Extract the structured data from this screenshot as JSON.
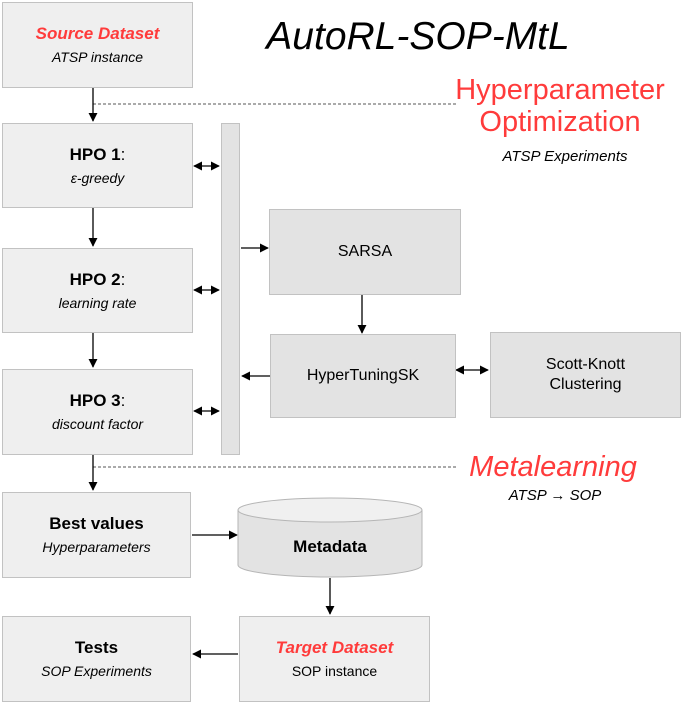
{
  "title": "AutoRL-SOP-MtL",
  "sections": {
    "hpo": {
      "line1": "Hyperparameter",
      "line2": "Optimization",
      "subtitle": "ATSP Experiments"
    },
    "meta": {
      "title": "Metalearning",
      "subtitle": "ATSP → SOP"
    }
  },
  "nodes": {
    "source": {
      "title": "Source Dataset",
      "subtitle": "ATSP instance"
    },
    "hpo1": {
      "title": "HPO 1",
      "colon": ":",
      "subtitle": "ε-greedy"
    },
    "hpo2": {
      "title": "HPO 2",
      "colon": ":",
      "subtitle": "learning rate"
    },
    "hpo3": {
      "title": "HPO 3",
      "colon": ":",
      "subtitle": "discount factor"
    },
    "sarsa": {
      "label": "SARSA"
    },
    "hypertuning": {
      "label": "HyperTuningSK"
    },
    "scottknott": {
      "line1": "Scott-Knott",
      "line2": "Clustering"
    },
    "best": {
      "title": "Best values",
      "subtitle": "Hyperparameters"
    },
    "metadata": {
      "label": "Metadata"
    },
    "target": {
      "title": "Target Dataset",
      "subtitle": "SOP instance"
    },
    "tests": {
      "title": "Tests",
      "subtitle": "SOP Experiments"
    }
  },
  "colors": {
    "accent": "#ff3b3b",
    "box_fill": "#efefef",
    "box_fill_dark": "#e3e3e3",
    "border": "#c2c2c2"
  }
}
